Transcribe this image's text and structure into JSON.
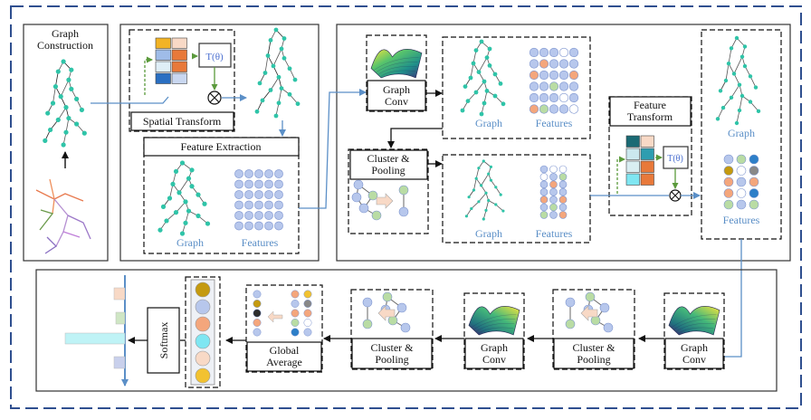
{
  "labels": {
    "graph_construction": [
      "Graph",
      "Construction"
    ],
    "spatial_transform": "Spatial Transform",
    "t_theta": "T(θ)",
    "feature_extraction": "Feature Extraction",
    "graph": "Graph",
    "features": "Features",
    "graph_conv": [
      "Graph",
      "Conv"
    ],
    "cluster_pooling": [
      "Cluster &",
      "Pooling"
    ],
    "feature_transform": [
      "Feature",
      "Transform"
    ],
    "global_average": [
      "Global",
      "Average"
    ],
    "softmax": "Softmax"
  },
  "colors": {
    "border_blue": "#2f4f8f",
    "arrow_blue": "#5b8fc7",
    "graph_node": "#2fc4a8",
    "feature_fill": "#b7c7ec",
    "orange": "#f4a67c",
    "green": "#b9dca4",
    "cyan": "#7fe6f2",
    "gold": "#f2c230",
    "dashed_green": "#5b9a3c"
  },
  "softmax_output": {
    "bars": [
      0.06,
      0.05,
      0.33,
      0.06
    ],
    "colors": [
      "#f8d9c6",
      "#cfe6c4",
      "#bff3f6",
      "#c9d0ec"
    ]
  },
  "output_circles": [
    "#c49a10",
    "#b7c7ec",
    "#f4a67c",
    "#7fe6f2",
    "#f8d9c6",
    "#f2c230"
  ]
}
